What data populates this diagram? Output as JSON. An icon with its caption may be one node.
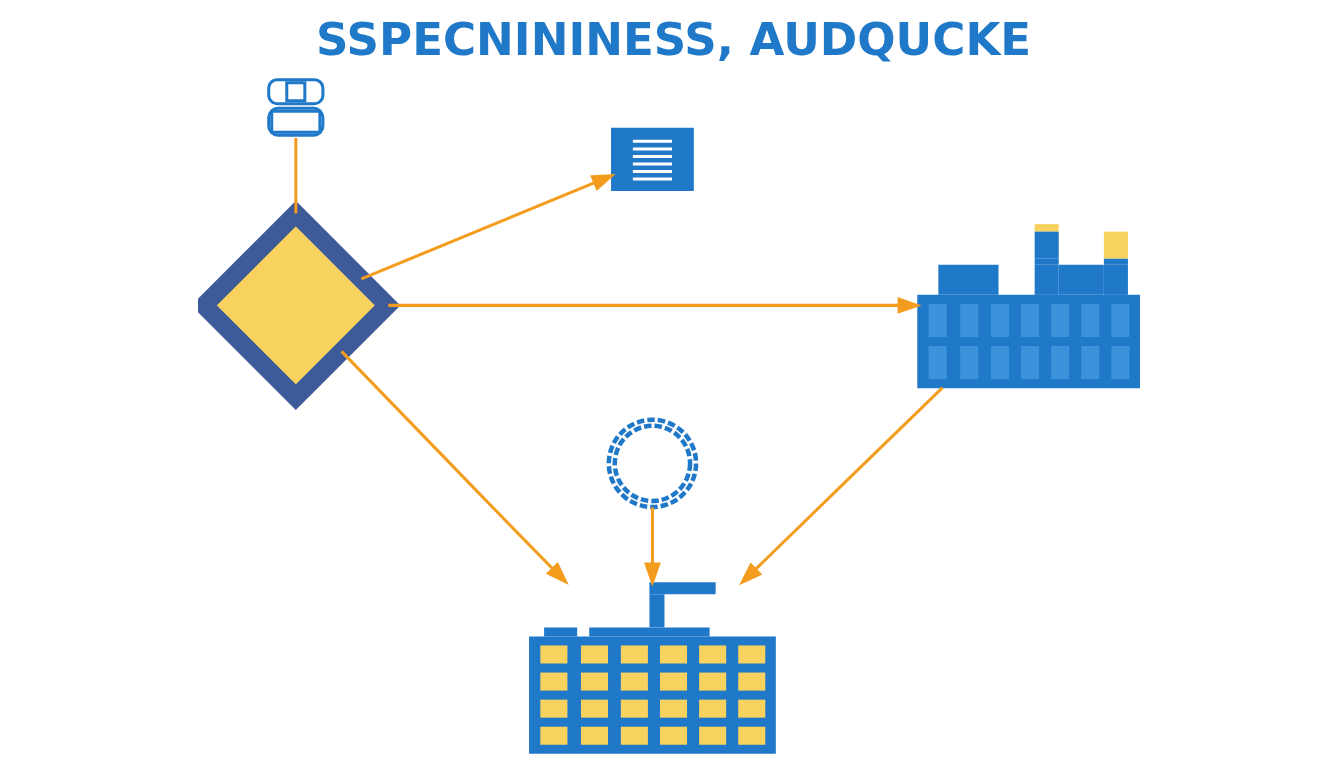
{
  "diagram": {
    "title": "SSPECNININESS, AUDQUCKE",
    "nodes": [
      {
        "text": [],
        "shape": "person"
      },
      {
        "text": [],
        "shape": "diamond"
      },
      {
        "text": [],
        "shape": "box"
      },
      {
        "text": [],
        "shape": "circle"
      },
      {
        "text": [],
        "shape": "picture"
      },
      {
        "text": [],
        "shape": "picture"
      }
    ],
    "edges": [
      {
        "from": 0,
        "to": 1,
        "arrow": "none"
      },
      {
        "from": 1,
        "to": 2,
        "arrow": "to"
      },
      {
        "from": 1,
        "to": 5,
        "arrow": "to"
      },
      {
        "from": 1,
        "to": 4,
        "arrow": "to"
      },
      {
        "from": 3,
        "to": 4,
        "arrow": "to"
      },
      {
        "from": 5,
        "to": 4,
        "arrow": "to"
      }
    ]
  }
}
